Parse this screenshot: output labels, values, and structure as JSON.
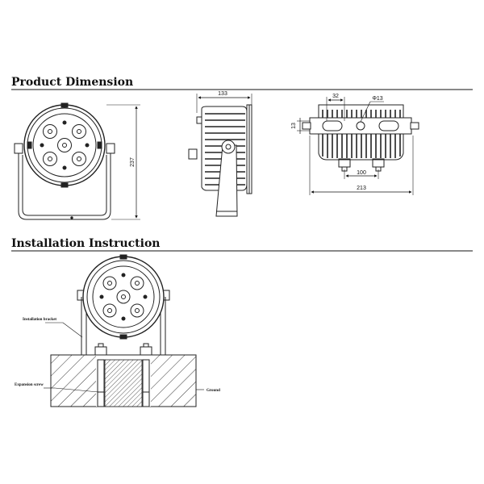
{
  "sections": {
    "product_dimension": "Product Dimension",
    "installation_instruction": "Installation Instruction"
  },
  "dimensions": {
    "height": "237",
    "depth": "133",
    "hole_spacing": "32",
    "hole_diameter": "Φ13",
    "bracket_offset": "13",
    "mount_spacing": "100",
    "overall_width": "213"
  },
  "labels": {
    "installation_bracket": "Installation bracket",
    "expansion_screw": "Expansion screw",
    "ground": "Ground"
  },
  "colors": {
    "line": "#222222",
    "rule": "#111111",
    "hatch": "#333333"
  }
}
